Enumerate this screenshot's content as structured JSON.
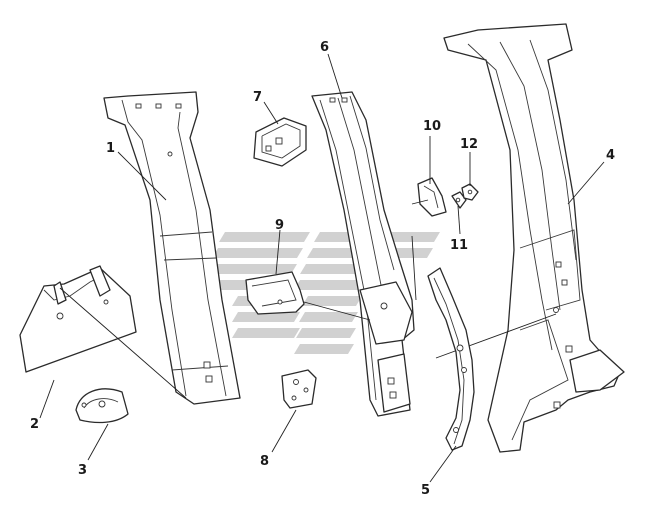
{
  "diagram": {
    "callouts": [
      {
        "id": "1",
        "label": "1"
      },
      {
        "id": "2",
        "label": "2"
      },
      {
        "id": "3",
        "label": "3"
      },
      {
        "id": "4",
        "label": "4"
      },
      {
        "id": "5",
        "label": "5"
      },
      {
        "id": "6",
        "label": "6"
      },
      {
        "id": "7",
        "label": "7"
      },
      {
        "id": "8",
        "label": "8"
      },
      {
        "id": "9",
        "label": "9"
      },
      {
        "id": "10",
        "label": "10"
      },
      {
        "id": "11",
        "label": "11"
      },
      {
        "id": "12",
        "label": "12"
      }
    ],
    "watermark": {
      "color": "#9a9a9a"
    }
  }
}
